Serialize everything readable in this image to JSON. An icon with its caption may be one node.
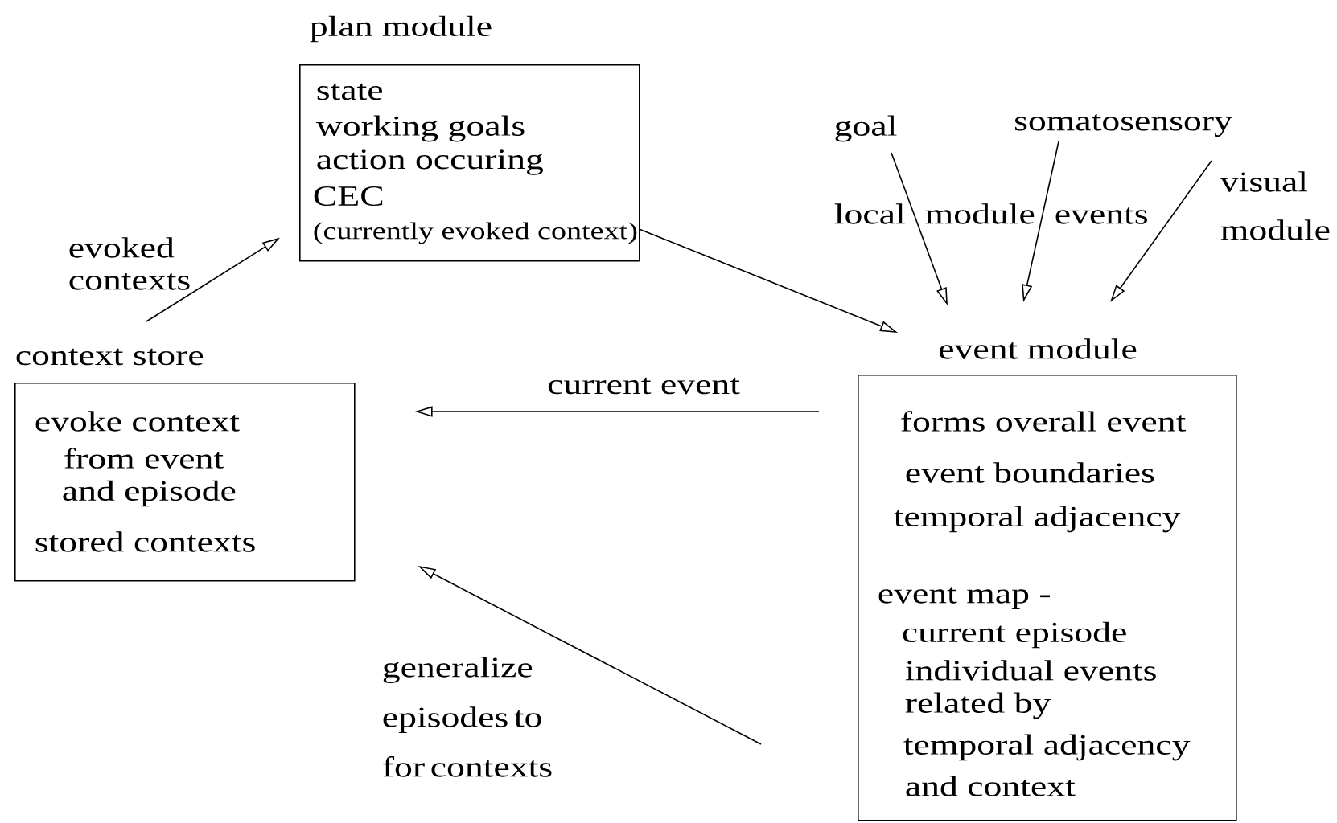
{
  "diagram": {
    "nodes": [
      {
        "text": [
          "plan module",
          "state",
          "working goals",
          "action occuring",
          "CEC",
          "(currently evoked context)"
        ]
      },
      {
        "text": [
          "goal"
        ]
      },
      {
        "text": [
          "somatosensory"
        ]
      },
      {
        "text": [
          "visual module"
        ]
      },
      {
        "text": [
          "event module",
          "forms overall event",
          "event boundaries",
          "temporal adjacency",
          "event map -",
          "current episode",
          "individual events",
          "related by",
          "temporal adjacency",
          "and context"
        ]
      },
      {
        "text": [
          "context store",
          "evoke context",
          "from event",
          "and episode",
          "stored contexts"
        ]
      }
    ],
    "edges": [
      {
        "from": null,
        "to": 0,
        "arrow": "to",
        "label": "evoked contexts"
      },
      {
        "from": 0,
        "to": 4,
        "arrow": "to"
      },
      {
        "from": 1,
        "to": 4,
        "arrow": "to"
      },
      {
        "from": 2,
        "to": 4,
        "arrow": "to"
      },
      {
        "from": 3,
        "to": 4,
        "arrow": "to"
      },
      {
        "from": 4,
        "to": 5,
        "arrow": "to",
        "label": "current event"
      },
      {
        "from": 4,
        "to": 5,
        "arrow": "to",
        "label": "generalize episodes to for contexts"
      }
    ],
    "labels": [
      "local module events"
    ]
  }
}
